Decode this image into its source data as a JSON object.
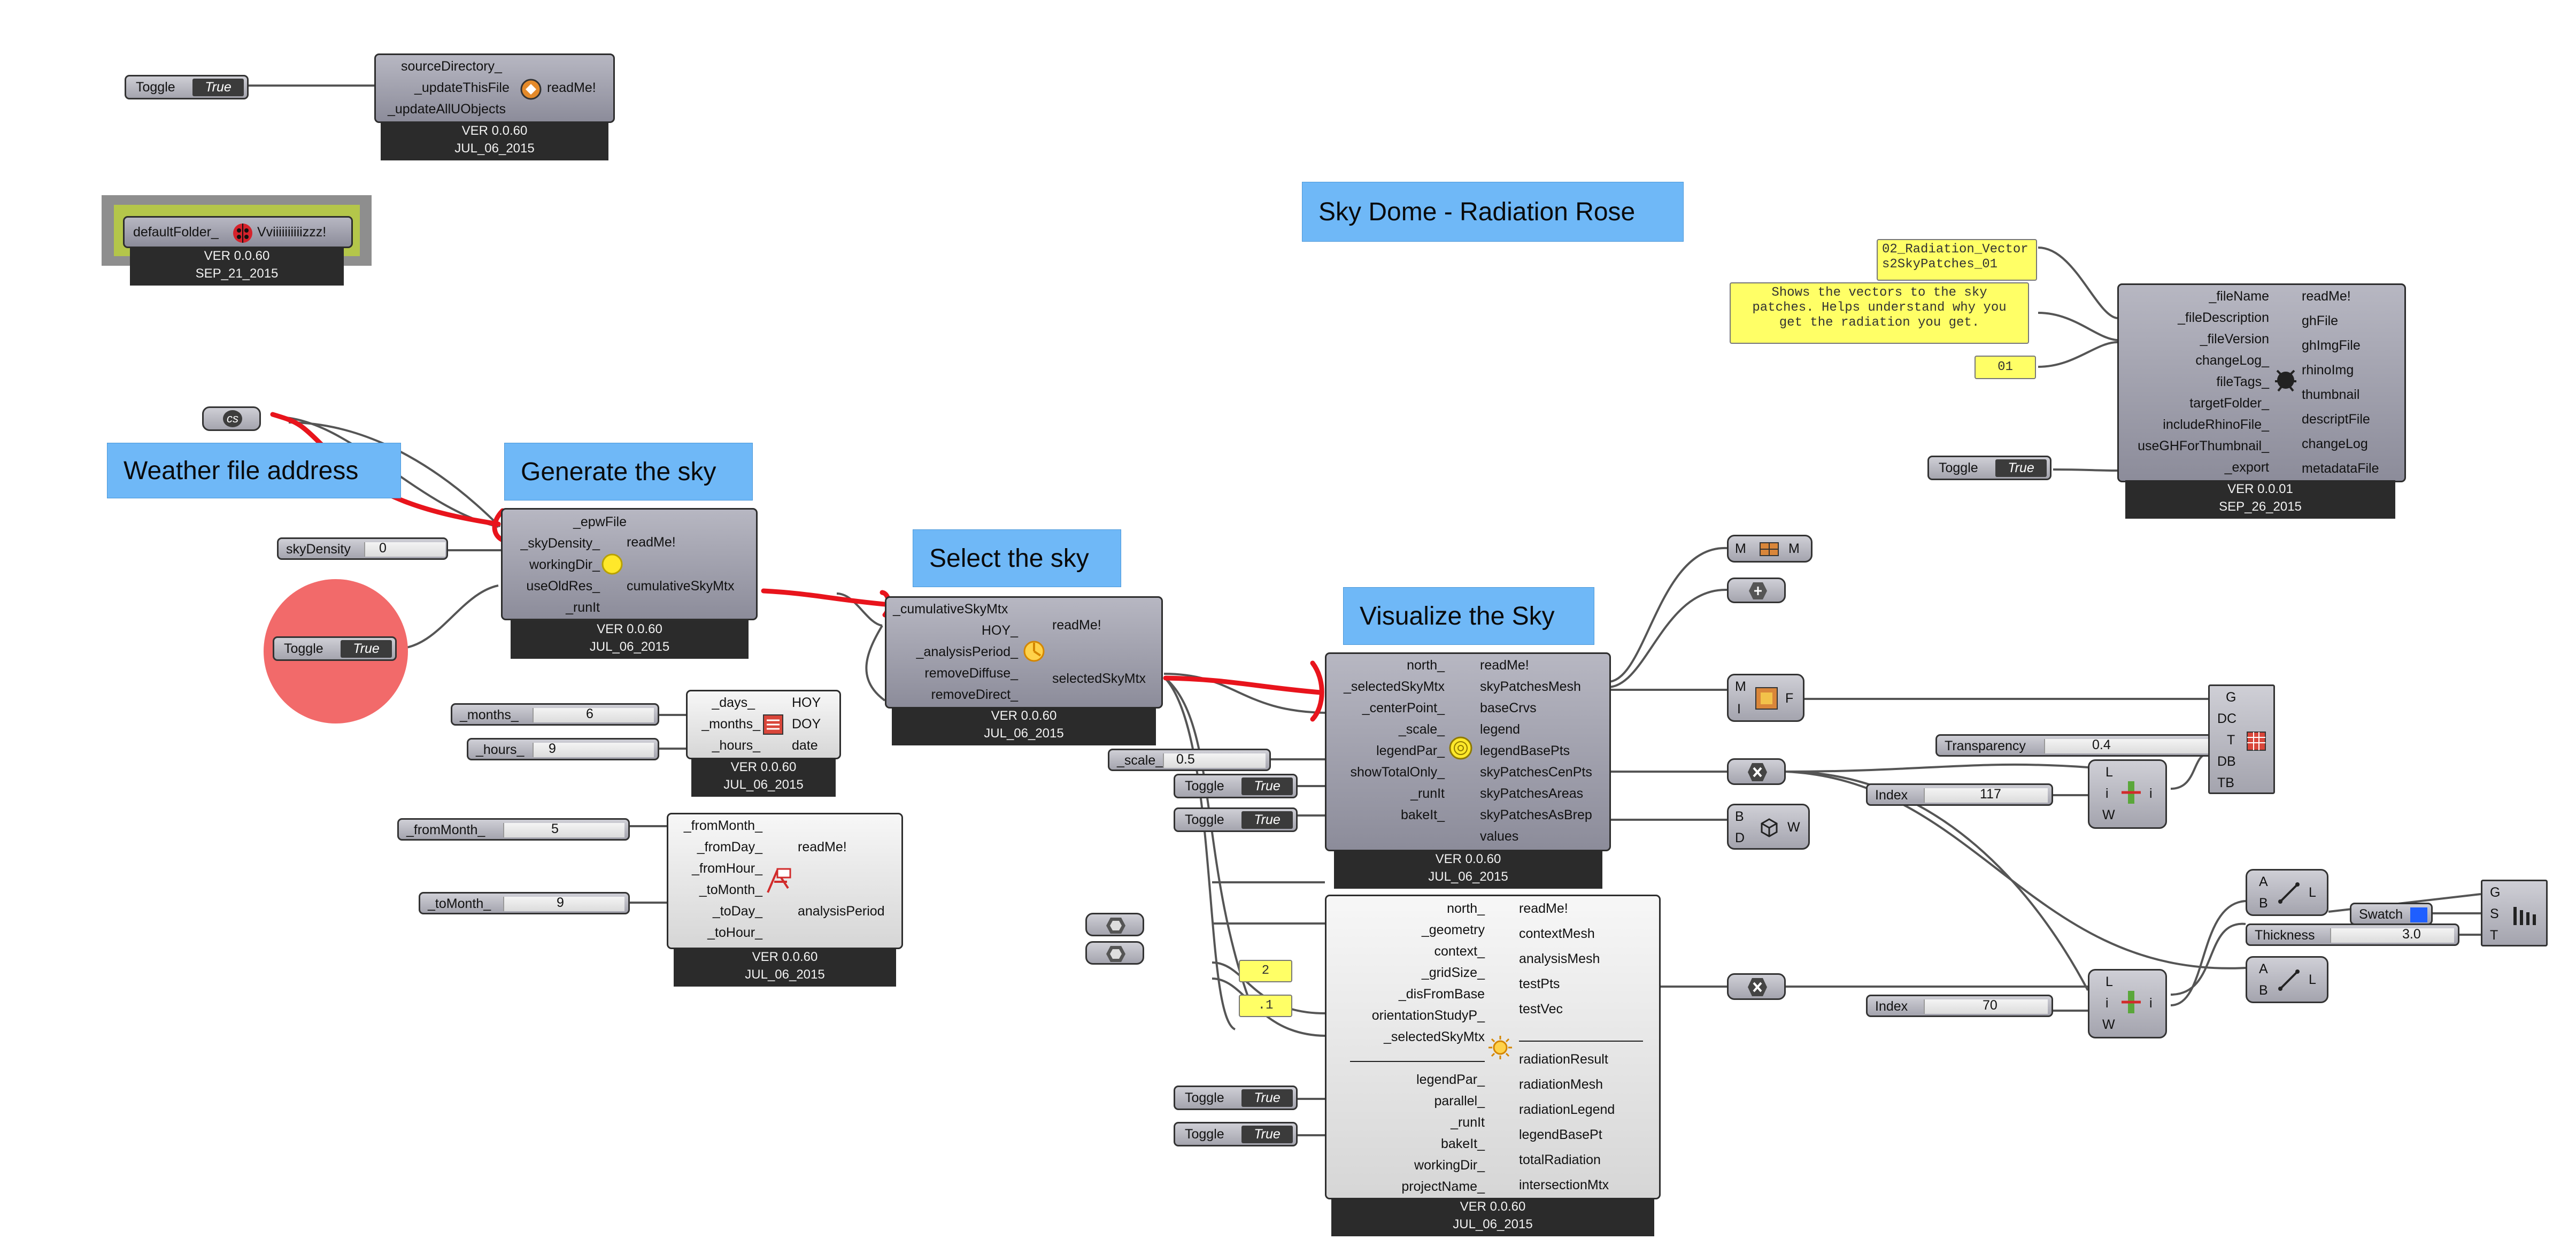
{
  "section_titles": {
    "weather": "Weather file address",
    "generate": "Generate the sky",
    "select": "Select the sky",
    "visualize": "Visualize the Sky",
    "main": "Sky Dome - Radiation Rose"
  },
  "update_comp": {
    "inputs": [
      "sourceDirectory_",
      "_updateThisFile",
      "_updateAllUObjects"
    ],
    "outputs": [
      "readMe!"
    ],
    "version": "VER 0.0.60",
    "date": "JUL_06_2015"
  },
  "ladybug_comp": {
    "input": "defaultFolder_",
    "output": "Vviiiiiiiiiizzz!",
    "version": "VER 0.0.60",
    "date": "SEP_21_2015"
  },
  "genSky": {
    "inputs": [
      "_epwFile",
      "_skyDensity_",
      "workingDir_",
      "useOldRes_",
      "_runIt"
    ],
    "outputs": [
      "readMe!",
      "cumulativeSkyMtx"
    ],
    "version": "VER 0.0.60",
    "date": "JUL_06_2015"
  },
  "hoy": {
    "inputs": [
      "_days_",
      "_months_",
      "_hours_"
    ],
    "outputs": [
      "HOY",
      "DOY",
      "date"
    ],
    "version": "VER 0.0.60",
    "date": "JUL_06_2015"
  },
  "period": {
    "inputs": [
      "_fromMonth_",
      "_fromDay_",
      "_fromHour_",
      "_toMonth_",
      "_toDay_",
      "_toHour_"
    ],
    "outputs": [
      "readMe!",
      "analysisPeriod"
    ],
    "version": "VER 0.0.60",
    "date": "JUL_06_2015"
  },
  "selSky": {
    "inputs": [
      "_cumulativeSkyMtx",
      "HOY_",
      "_analysisPeriod_",
      "removeDiffuse_",
      "removeDirect_"
    ],
    "outputs": [
      "readMe!",
      "selectedSkyMtx"
    ],
    "version": "VER 0.0.60",
    "date": "JUL_06_2015"
  },
  "visSky": {
    "inputs": [
      "north_",
      "_selectedSkyMtx",
      "_centerPoint_",
      "_scale_",
      "legendPar_",
      "showTotalOnly_",
      "_runIt",
      "bakeIt_"
    ],
    "outputs": [
      "readMe!",
      "skyPatchesMesh",
      "baseCrvs",
      "legend",
      "legendBasePts",
      "skyPatchesCenPts",
      "skyPatchesAreas",
      "skyPatchesAsBrep",
      "values"
    ],
    "version": "VER 0.0.60",
    "date": "JUL_06_2015"
  },
  "radAnalysis": {
    "inputs": [
      "north_",
      "_geometry",
      "context_",
      "_gridSize_",
      "_disFromBase",
      "orientationStudyP_",
      "_selectedSkyMtx",
      "legendPar_",
      "parallel_",
      "_runIt",
      "bakeIt_",
      "workingDir_",
      "projectName_"
    ],
    "outputs": [
      "readMe!",
      "contextMesh",
      "analysisMesh",
      "testPts",
      "testVec",
      "radiationResult",
      "radiationMesh",
      "radiationLegend",
      "legendBasePt",
      "totalRadiation",
      "intersectionMtx"
    ],
    "version": "VER 0.0.60",
    "date": "JUL_06_2015"
  },
  "export": {
    "inputs": [
      "_fileName",
      "_fileDescription",
      "_fileVersion",
      "changeLog_",
      "fileTags_",
      "targetFolder_",
      "includeRhinoFile_",
      "useGHForThumbnail_",
      "_export"
    ],
    "outputs": [
      "readMe!",
      "ghFile",
      "ghImgFile",
      "rhinoImg",
      "thumbnail",
      "descriptFile",
      "changeLog",
      "metadataFile"
    ],
    "version": "VER 0.0.01",
    "date": "SEP_26_2015"
  },
  "panels": {
    "filename": "02_Radiation_Vectors2SkyPatches_01",
    "description": "Shows the vectors to the sky patches. Helps understand why you get the radiation you get.",
    "version": "01",
    "gridSize": "2",
    "disFromBase": ".1"
  },
  "toggle": {
    "label": "Toggle",
    "value": "True"
  },
  "sliders": {
    "skyDensity": {
      "label": "skyDensity",
      "value": "0"
    },
    "months": {
      "label": "_months_",
      "value": "6"
    },
    "hours": {
      "label": "_hours_",
      "value": "9"
    },
    "fromMonth": {
      "label": "_fromMonth_",
      "value": "5"
    },
    "toMonth": {
      "label": "_toMonth_",
      "value": "9"
    },
    "scale": {
      "label": "_scale_",
      "value": "0.5"
    },
    "transparency": {
      "label": "Transparency",
      "value": "0.4"
    },
    "index1": {
      "label": "Index",
      "value": "117"
    },
    "index2": {
      "label": "Index",
      "value": "70"
    },
    "thickness": {
      "label": "Thickness",
      "value": "3.0"
    }
  },
  "small": {
    "cs": "cs",
    "mesh_in": "M",
    "mesh_out": "M",
    "mesh_i": "I",
    "face_out": "F",
    "brep_in_b": "B",
    "brep_in_d": "D",
    "brep_out": "W",
    "preview_inputs": [
      "G",
      "DC",
      "T",
      "DB",
      "TB"
    ],
    "list_inputs": [
      "L",
      "i",
      "W"
    ],
    "list_output": "i",
    "line_inputs": [
      "A",
      "B"
    ],
    "line_output": "L",
    "custom_inputs": [
      "G",
      "S",
      "T"
    ],
    "swatch": "Swatch"
  },
  "colors": {
    "component": "#9a9aa6",
    "panel_yellow": "#ffff66",
    "title_blue": "#6fb8f7",
    "wire_red": "#e8141c",
    "wire_gray": "#555555",
    "swatch": "#1f5fff",
    "highlight": "#f26a6a"
  }
}
